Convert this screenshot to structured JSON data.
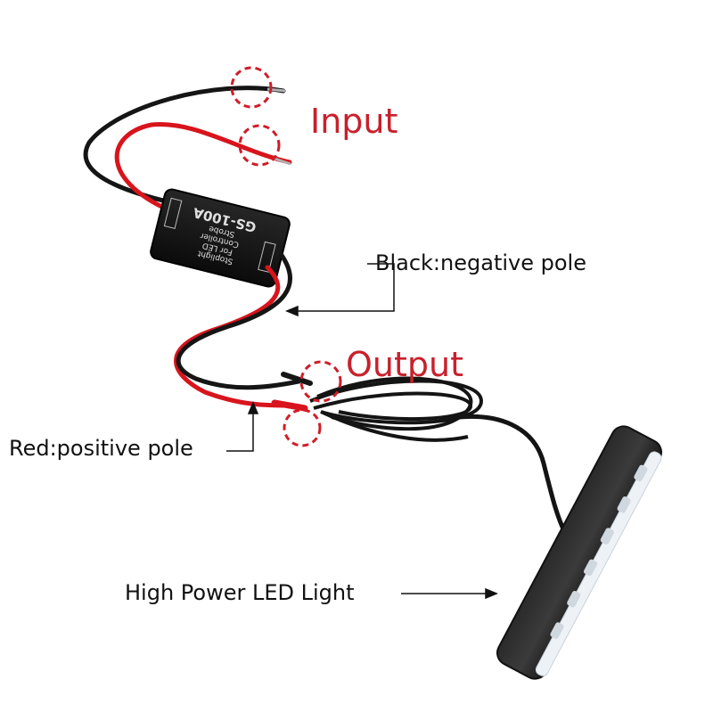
{
  "labels": {
    "input": "Input",
    "output": "Output",
    "black_wire": "Black:negative pole",
    "red_wire": "Red:positive pole",
    "led_light": "High Power LED Light"
  },
  "controller": {
    "model": "GS-100A",
    "line1": "Strobe",
    "line2": "Controller",
    "line3": "For LED",
    "line4": "Stoplight"
  },
  "colors": {
    "accent_red": "#c8202c",
    "wire_red": "#d8141c",
    "wire_black": "#151515",
    "marker_red": "#d01c28"
  }
}
